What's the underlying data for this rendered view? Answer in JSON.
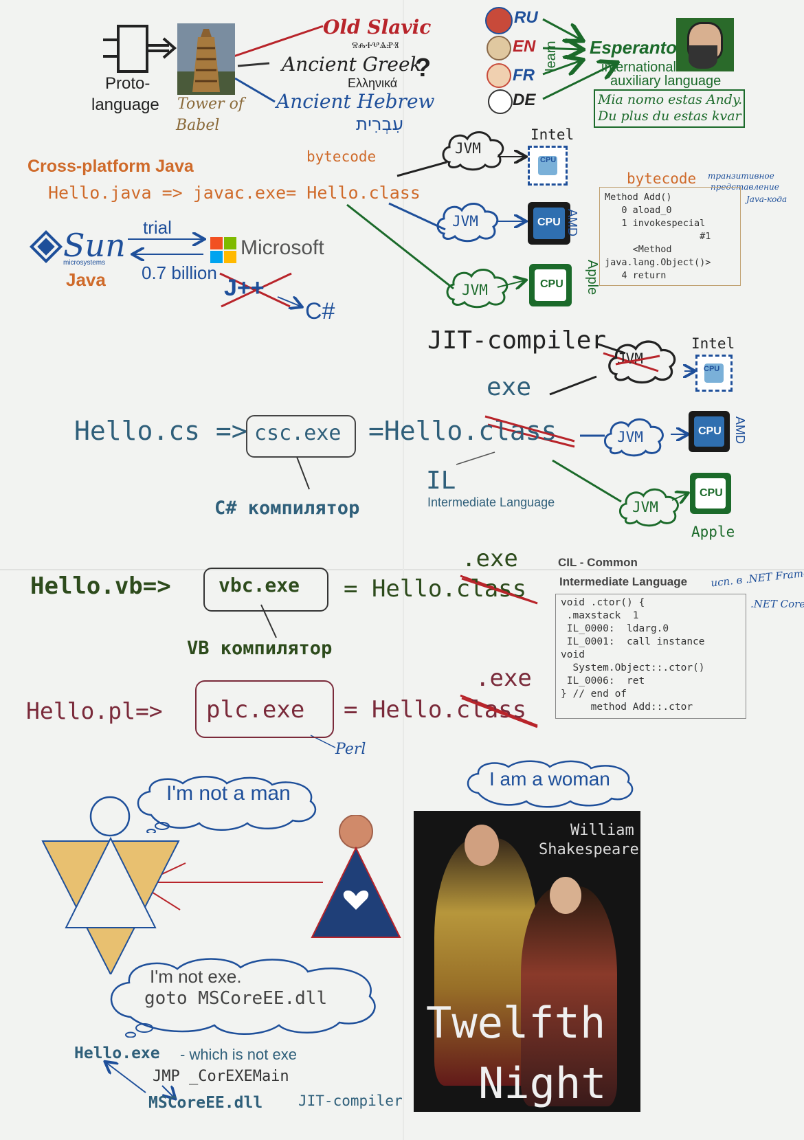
{
  "colors": {
    "red": "#b8242a",
    "blue": "#1e4f9a",
    "green": "#1b6a2a",
    "orange": "#cf6a2a",
    "teal": "#2f5f7a",
    "darkgreen": "#2d4b1c",
    "maroon": "#7a2a3a",
    "olive": "#5a6b2a",
    "gold": "#e8c070",
    "navy": "#1f3f78"
  },
  "proto": {
    "label1": "Proto-",
    "label2": "language",
    "tower1": "Tower of",
    "tower2": "Babel"
  },
  "languages": {
    "old_slavic": "Old Slavic",
    "glagolitic": "ⰔⰎⰀⰂⰡⰐⰠ",
    "ancient_greek": "Ancient Greek",
    "greek_word": "Ελληνικά",
    "question": "?",
    "ancient_hebrew": "Ancient Hebrew",
    "hebrew_word": "עִבְרִית"
  },
  "esperanto": {
    "codes": [
      "RU",
      "EN",
      "FR",
      "DE"
    ],
    "learn": "learn",
    "title": "Esperanto",
    "subtitle1": "international",
    "subtitle2": "auxiliary language",
    "phrase1": "Mia nomo estas Andy.",
    "phrase2": "Du plus du estas kvar"
  },
  "java": {
    "title": "Cross-platform Java",
    "bytecode_label": "bytecode",
    "pipeline": "Hello.java => javac.exe= Hello.class",
    "jvm": "JVM",
    "intel": "Intel",
    "amd": "AMD",
    "apple": "Apple",
    "cpu": "CPU",
    "sun_logo": "Sun",
    "sun_sub": "microsystems",
    "sun_java": "Java",
    "trial": "trial",
    "microsoft": "Microsoft",
    "price": "0.7 billion",
    "jpp": "J++",
    "csharp": "C#",
    "bytecode_box_title": "bytecode",
    "bytecode_note1": "транзитивное",
    "bytecode_note2": "представление",
    "bytecode_note3": "Java-кода",
    "bytecode_lines": [
      "Method Add()",
      "   0 aload_0",
      "   1 invokespecial",
      "                 #1",
      "     <Method",
      "java.lang.Object()>",
      "   4 return"
    ]
  },
  "cs": {
    "jit": "JIT-compiler",
    "jvm_crossed": "JVM",
    "intel": "Intel",
    "exe": "exe",
    "hello": "Hello.cs =>",
    "compiler": "csc.exe",
    "result": "=Hello.class",
    "compiler_caption": "C# компилятор",
    "il": "IL",
    "il_caption": "Intermediate Language",
    "jvm": "JVM",
    "amd": "AMD",
    "apple": "Apple",
    "cpu": "CPU"
  },
  "vb": {
    "exe": ".exe",
    "hello": "Hello.vb=>",
    "compiler": "vbc.exe",
    "result": "= Hello.class",
    "caption": "VB компилятор"
  },
  "cil": {
    "title1": "CIL - Common",
    "title2": "Intermediate Language",
    "note1": "исп. в .NET Framework",
    "note2": ".NET Core",
    "lines": [
      "void .ctor() {",
      " .maxstack  1",
      " IL_0000:  ldarg.0",
      " IL_0001:  call instance",
      "void",
      "  System.Object::.ctor()",
      " IL_0006:  ret",
      "} // end of",
      "     method Add::.ctor"
    ]
  },
  "pl": {
    "exe": ".exe",
    "hello": "Hello.pl=>",
    "compiler": "plc.exe",
    "result": "= Hello.class",
    "perl": "Perl"
  },
  "story": {
    "bubble_man": "I'm not a man",
    "bubble_woman": "I am a woman",
    "bubble_exe1": "I'm not exe.",
    "bubble_exe2": "goto MSCoreEE.dll",
    "hello_exe": "Hello.exe",
    "not_exe": "- which is not exe",
    "jmp": "JMP   _CorEXEMain",
    "mscoree": "MSCoreEE.dll",
    "jit": "JIT-compiler"
  },
  "book": {
    "author1": "William",
    "author2": "Shakespeare",
    "title1": "Twelfth",
    "title2": "Night"
  }
}
